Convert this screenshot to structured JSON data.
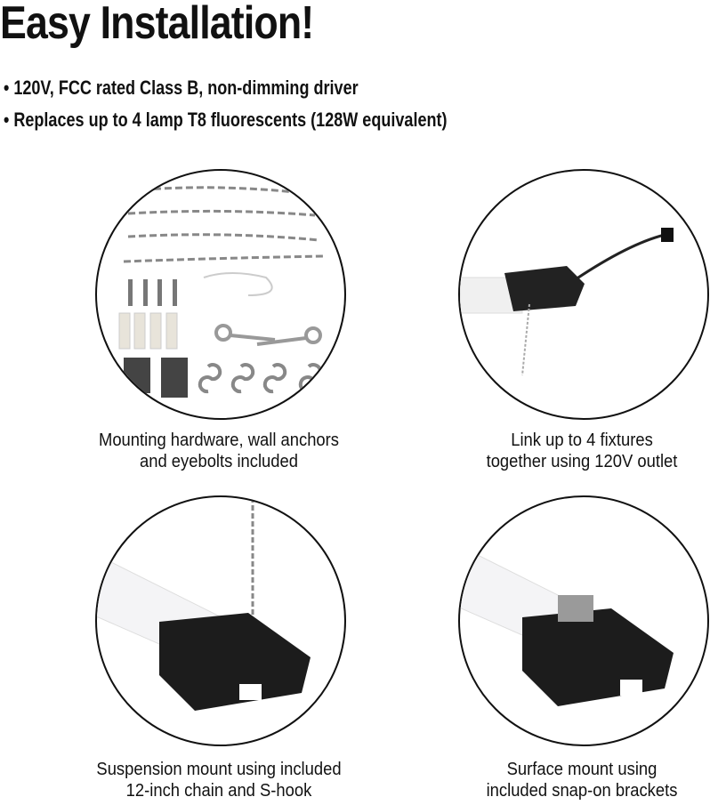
{
  "title": "Easy Installation!",
  "bullets": [
    "• 120V, FCC rated Class B, non-dimming driver",
    "• Replaces up to 4 lamp T8 fluorescents (128W equivalent)"
  ],
  "panels": [
    {
      "caption1": "Mounting hardware, wall anchors",
      "caption2": "and eyebolts included"
    },
    {
      "caption1": "Link up to 4 fixtures",
      "caption2": "together using 120V outlet"
    },
    {
      "caption1": "Suspension mount using included",
      "caption2": "12-inch chain and S-hook"
    },
    {
      "caption1": "Surface mount using",
      "caption2": "included snap-on brackets"
    }
  ]
}
